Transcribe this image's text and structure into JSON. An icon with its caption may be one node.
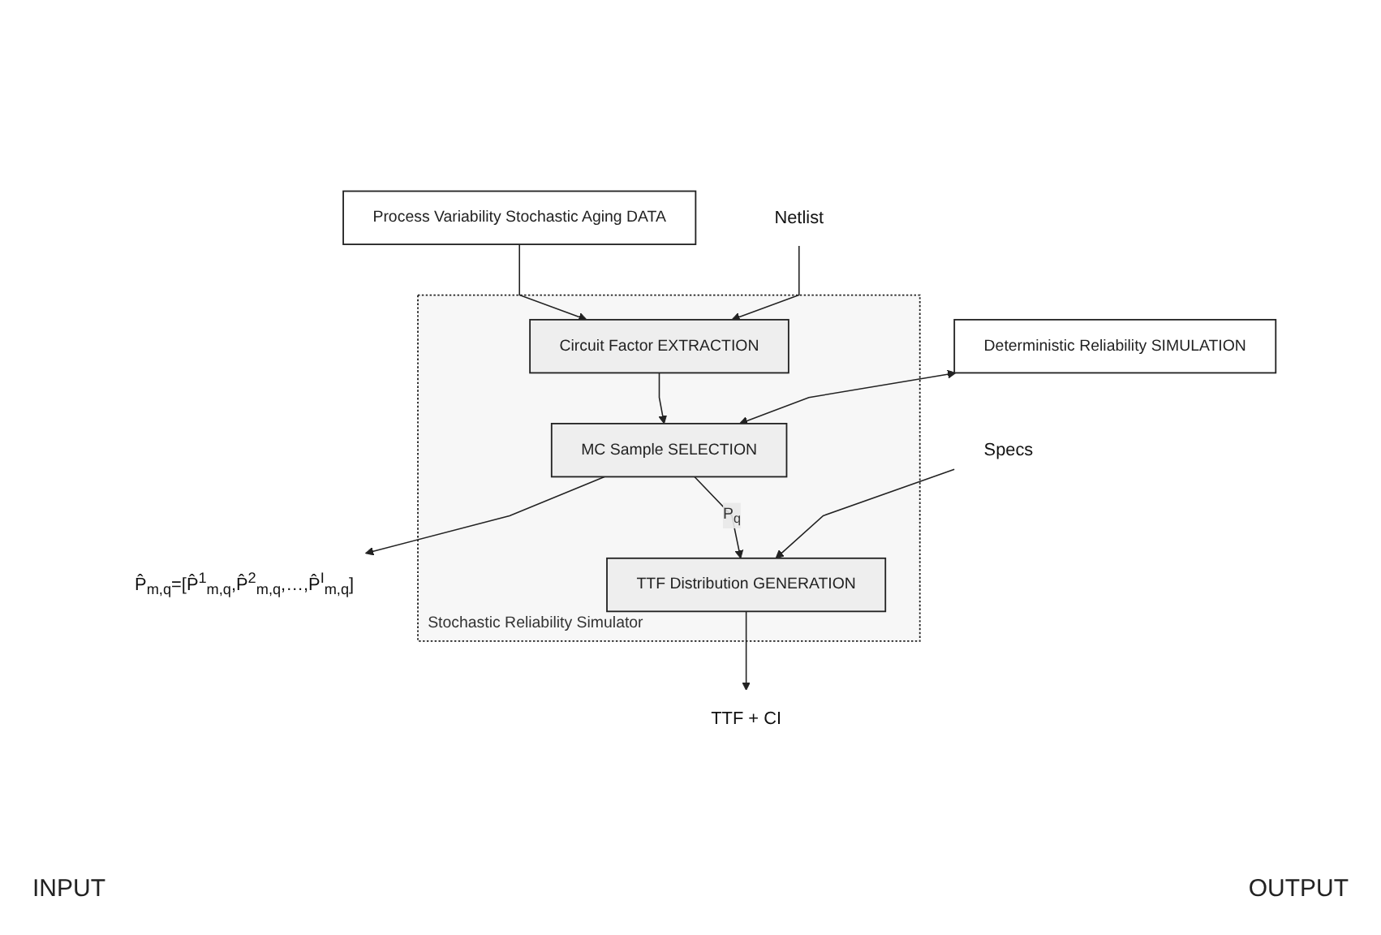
{
  "diagram": {
    "nodes": [
      {
        "text": [
          "Deterministic Reliability SIMULATION"
        ]
      },
      {
        "text": [
          "Process Variability Stochastic Aging DATA"
        ]
      },
      {
        "text": [
          "Stochastic Reliability Simulator"
        ]
      },
      {
        "text": [
          "Circuit Factor EXTRACTION"
        ],
        "in": 2
      },
      {
        "text": [
          "MC Sample SELECTION"
        ],
        "in": 2
      },
      {
        "text": [
          "TTF Distribution GENERATION"
        ],
        "in": 2
      },
      {
        "text": [
          "Netlist"
        ]
      },
      {
        "text": [
          "Specs"
        ]
      },
      {
        "text": [
          "P̂$_{m,q}$=[P̂$^{1}$$_{m,q}$,P̂$^{2}$$_{m,q}$,…,P̂$^{I}$$_{m,q}$]"
        ]
      },
      {
        "text": [
          "TTF + CI"
        ]
      }
    ],
    "edges": [
      {
        "from": 1,
        "to": 3,
        "arrow": "to"
      },
      {
        "from": 6,
        "to": 3,
        "arrow": "to"
      },
      {
        "from": 3,
        "to": 4,
        "arrow": "to"
      },
      {
        "from": 0,
        "to": 4,
        "arrow": "both"
      },
      {
        "from": 4,
        "to": 8,
        "arrow": "to"
      },
      {
        "from": 4,
        "to": 5,
        "arrow": "to",
        "label": "P$_{q}$"
      },
      {
        "from": 7,
        "to": 5,
        "arrow": "to"
      },
      {
        "from": 5,
        "to": 9,
        "arrow": "to"
      }
    ],
    "labels": [
      "INPUT",
      "OUTPUT"
    ]
  }
}
